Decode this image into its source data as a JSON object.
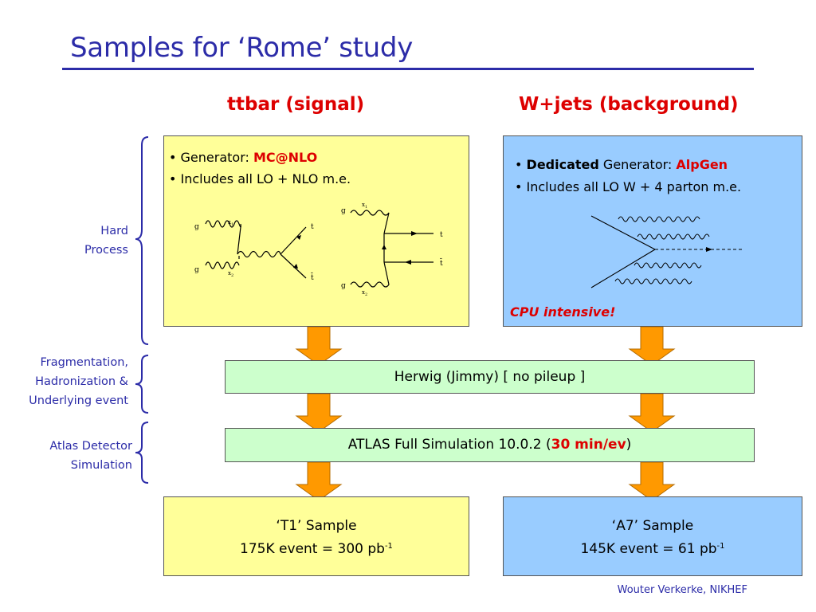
{
  "title": "Samples for ‘Rome’ study",
  "footer": "Wouter Verkerke, NIKHEF",
  "signal": {
    "heading": "ttbar (signal)",
    "generator_prefix": "• Generator: ",
    "generator_name": "MC@NLO",
    "includes": "• Includes all LO + NLO m.e.",
    "sample_title": "‘T1’ Sample",
    "sample_events": "175K event = 300 pb",
    "sample_exp": "-1",
    "diagram1": {
      "in_top": "g",
      "in_bottom": "g",
      "x_top": "x",
      "x_bottom": "x",
      "x_top_sub": "1",
      "x_bottom_sub": "2",
      "out_top": "t",
      "out_bottom": "t̄"
    },
    "diagram2": {
      "in_top": "g",
      "in_bottom": "g",
      "x_top": "x",
      "x_bottom": "x",
      "x_top_sub": "1",
      "x_bottom_sub": "2",
      "out_top": "t",
      "out_bottom": "t̄"
    }
  },
  "background": {
    "heading": "W+jets (background)",
    "dedicated_bold": "Dedicated",
    "generator_prefix": " Generator: ",
    "generator_name": "AlpGen",
    "includes": "• Includes all LO W + 4 parton m.e.",
    "cpu_note": "CPU intensive!",
    "sample_title": "‘A7’ Sample",
    "sample_events": "145K event = 61 pb",
    "sample_exp": "-1"
  },
  "stages": {
    "hard_process": [
      "Hard",
      "Process"
    ],
    "fragmentation": [
      "Fragmentation,",
      "Hadronization &",
      "Underlying event"
    ],
    "detector": [
      "Atlas Detector",
      "Simulation"
    ]
  },
  "herwig_label": "Herwig (Jimmy) [ no pileup ]",
  "atlas_sim": {
    "prefix": "ATLAS Full Simulation 10.0.2 (",
    "highlight": "30 min/ev",
    "suffix": ")"
  },
  "colors": {
    "title_blue": "#2c2ca8",
    "heading_red": "#dd0000",
    "signal_box": "#ffff99",
    "background_box": "#99ccff",
    "stage_bar": "#ccffcc",
    "arrow_orange": "#ff9900"
  }
}
